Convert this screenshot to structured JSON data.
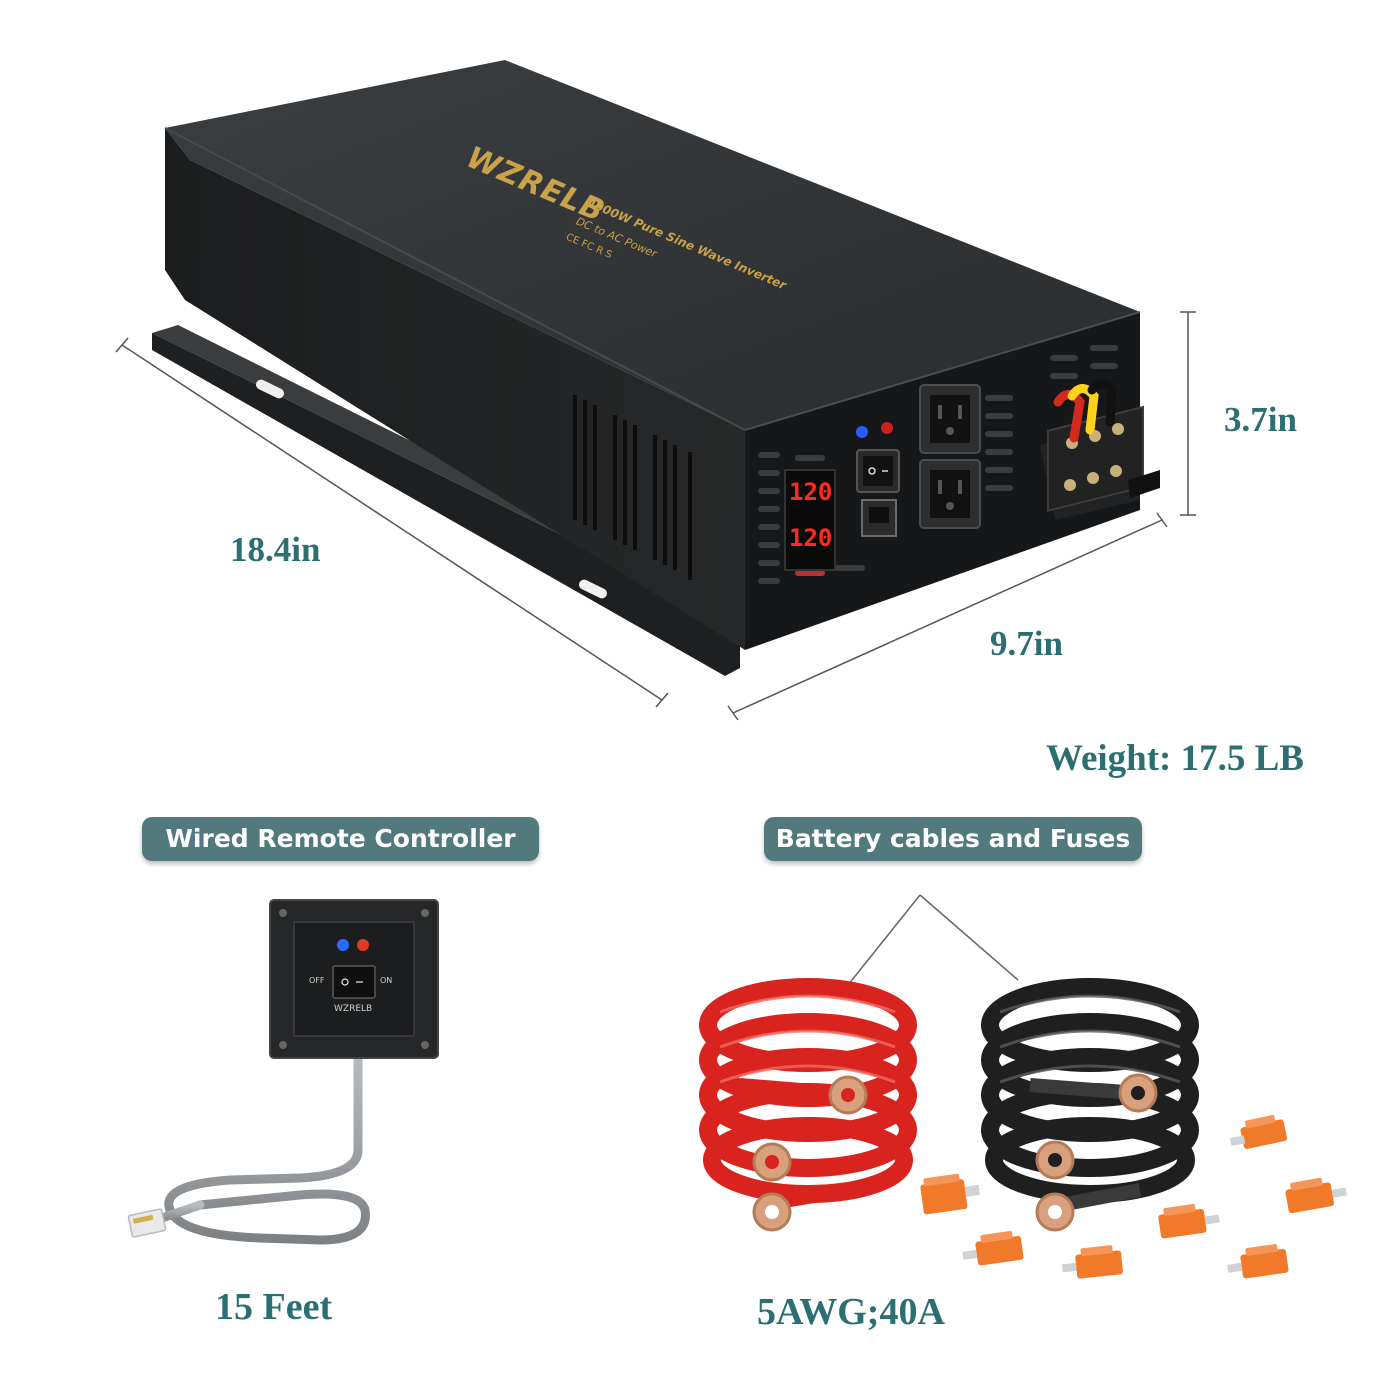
{
  "colors": {
    "accent_teal": "#2c6f72",
    "pill_bg": "#527a7c",
    "inverter_body": "#2c2e30",
    "brand_gold": "#c9a24a",
    "display_red": "#ff2a1a",
    "cable_red": "#d8231f",
    "cable_black": "#1f1f1f",
    "fuse_orange": "#f07a2a"
  },
  "inverter": {
    "brand": "WZRELB",
    "model_line": "4000W Pure Sine Wave Inverter",
    "sub_line": "DC to AC Power",
    "cert_line": "CE FC R S",
    "display_top": "120",
    "display_bottom": "120"
  },
  "dimensions": {
    "length": "18.4in",
    "width": "9.7in",
    "height": "3.7in",
    "weight": "Weight: 17.5 LB"
  },
  "remote": {
    "section_label": "Wired Remote Controller",
    "off_label": "OFF",
    "on_label": "ON",
    "brand": "WZRELB",
    "cable_length": "15 Feet"
  },
  "cables": {
    "section_label": "Battery cables and Fuses",
    "spec": "5AWG;40A"
  }
}
